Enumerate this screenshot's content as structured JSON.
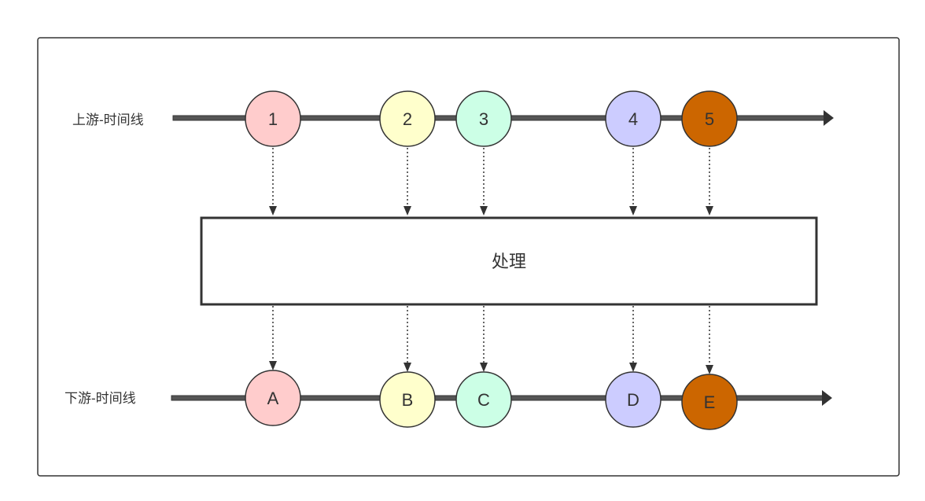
{
  "upstream": {
    "label": "上游-时间线",
    "nodes": [
      {
        "text": "1",
        "color": "#ffcccc"
      },
      {
        "text": "2",
        "color": "#ffffcc"
      },
      {
        "text": "3",
        "color": "#ccffe6"
      },
      {
        "text": "4",
        "color": "#ccccff"
      },
      {
        "text": "5",
        "color": "#cc6600"
      }
    ]
  },
  "process": {
    "label": "处理"
  },
  "downstream": {
    "label": "下游-时间线",
    "nodes": [
      {
        "text": "A",
        "color": "#ffcccc"
      },
      {
        "text": "B",
        "color": "#ffffcc"
      },
      {
        "text": "C",
        "color": "#ccffe6"
      },
      {
        "text": "D",
        "color": "#ccccff"
      },
      {
        "text": "E",
        "color": "#cc6600"
      }
    ]
  },
  "colors": {
    "stroke": "#333333",
    "timeline": "#555555",
    "frame": "#333333"
  }
}
